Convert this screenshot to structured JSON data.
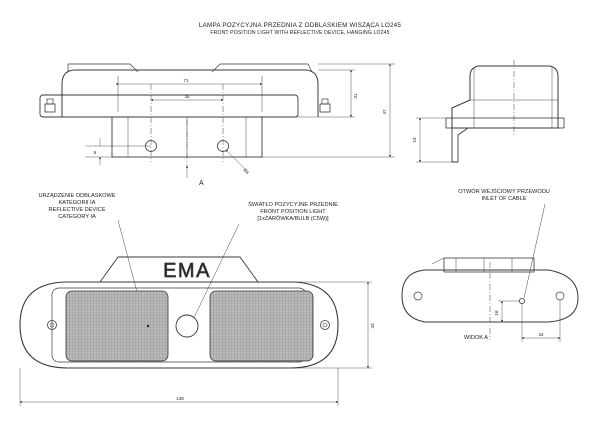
{
  "title": {
    "pl": "LAMPA POZYCYJNA PRZEDNIA Z ODBLASKIEM WISZĄCA LO245",
    "en": "FRONT POSITION LIGHT WITH REFLECTIVE DEVICE, HANGING LO245"
  },
  "dimensions": {
    "d71": "71",
    "d35": "35",
    "d31": "31",
    "d47": "47",
    "d6": "6",
    "d19": "19",
    "d8": "Ø8",
    "d148": "148",
    "d43": "43",
    "d16": "16",
    "d34": "34"
  },
  "view_arrow_label": "A",
  "view_label": "WIDOK A",
  "brand_logo_text": "EMA",
  "callouts": {
    "reflector": [
      "URZĄDZENIE ODBLASKOWE",
      "KATEGORII IA",
      "REFLECTIVE DEVICE",
      "CATEGORY IA"
    ],
    "position_light": [
      "ŚWIATŁO POZYCYJNE PRZEDNIE",
      "FRONT POSITION LIGHT",
      "[1xŻARÓWKA/BULB (C5W)]"
    ],
    "cable_inlet": [
      "OTWÓR WEJŚCIOWY PRZEWODU",
      "INLET OF CABLE"
    ]
  }
}
